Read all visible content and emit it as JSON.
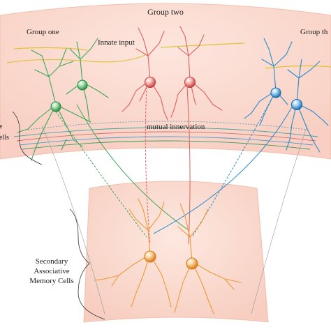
{
  "labels": {
    "group_two": "Group two",
    "group_one": "Group one",
    "group_three": "Group th",
    "innate_input": "Innate input",
    "mutual_innervation": "mutual innervation",
    "left_cut_1": "l",
    "left_cut_2": "e",
    "left_cut_3": "ells",
    "secondary_line1": "Secondary",
    "secondary_line2": "Associative",
    "secondary_line3": "Memory Cells"
  },
  "colors": {
    "band_fill": "#fbdcd2",
    "band_edge": "#f3c3b5",
    "group_one_cells": "#3fa65a",
    "group_two_cells": "#e0605e",
    "group_three_cells": "#2a8cc8",
    "memory_cells": "#ee9a3a",
    "innate_input_line": "#e0c23a",
    "mutual_lines": "#4a9aa8",
    "bracket": "#333333"
  },
  "icons": [
    "pyramidal-neuron-green",
    "pyramidal-neuron-red",
    "pyramidal-neuron-blue",
    "pyramidal-neuron-orange"
  ]
}
